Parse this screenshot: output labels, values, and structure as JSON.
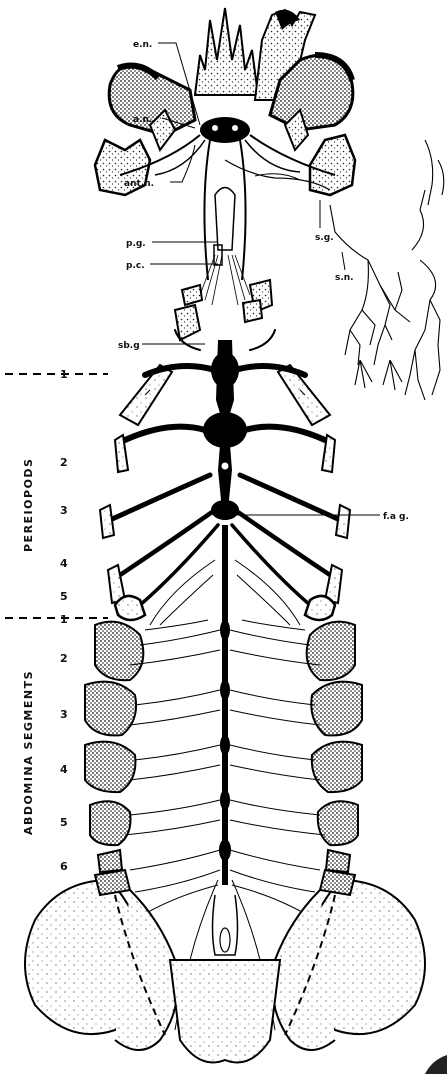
{
  "labels": {
    "en": "e.n.",
    "an": "a.n.",
    "antn": "ant.n.",
    "pg": "p.g.",
    "pc": "p.c.",
    "sg": "s.g.",
    "sn": "s.n.",
    "sbg": "sb.g",
    "fag": "f.a g.",
    "seg1_top": "1",
    "seg1_bottom": "1"
  },
  "pereiopods": {
    "title": "PEREIOPODS",
    "numbers": [
      "2",
      "3",
      "4",
      "5"
    ]
  },
  "abdomen": {
    "title": "ABDOMINA SEGMENTS",
    "numbers": [
      "2",
      "3",
      "4",
      "5",
      "6"
    ]
  }
}
